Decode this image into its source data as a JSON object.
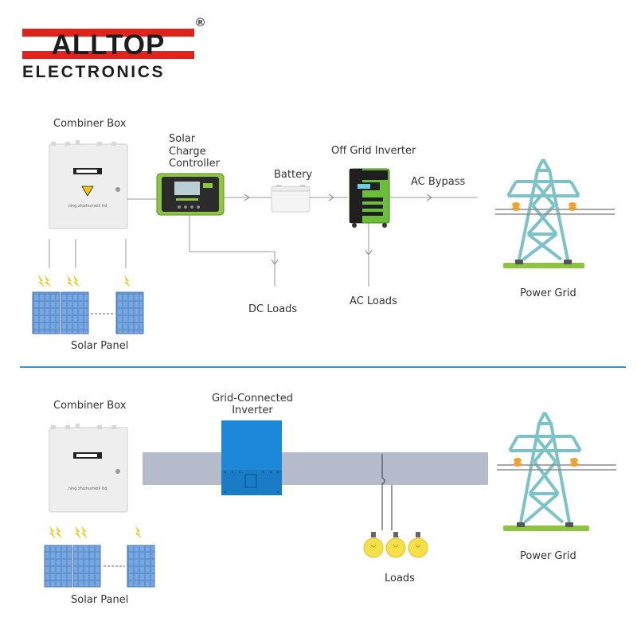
{
  "brand": {
    "logo_text": "ALLTOP",
    "sub_text": "ELECTRONICS",
    "registered_mark": "®",
    "colors": {
      "red": "#e0241b",
      "black": "#1d1d1d"
    }
  },
  "off_grid_diagram": {
    "combiner_box_label": "Combiner Box",
    "combiner_box_plate": "ning zhizhumeili ltd",
    "solar_panel_label": "Solar Panel",
    "charge_controller_label": [
      "Solar",
      "Charge",
      "Controller"
    ],
    "battery_label": "Battery",
    "inverter_label": "Off Grid Inverter",
    "ac_bypass_label": "AC Bypass",
    "dc_loads_label": "DC Loads",
    "ac_loads_label": "AC Loads",
    "power_grid_label": "Power Grid"
  },
  "grid_tie_diagram": {
    "combiner_box_label": "Combiner Box",
    "combiner_box_plate": "ning zhizhumeili ltd",
    "solar_panel_label": "Solar Panel",
    "inverter_label": [
      "Grid-Connected",
      "Inverter"
    ],
    "loads_label": "Loads",
    "power_grid_label": "Power Grid"
  },
  "colors": {
    "divider": "#3d8fd6",
    "tower": "#7cc3c9",
    "grid_base": "#8ec540",
    "insulator": "#f0a22d",
    "controller": "#8dc63f",
    "inverter_green": "#6abf3a",
    "grid_inverter": "#1e88d8",
    "bus_bar": "#b4bccb",
    "panel_blue": "#5b8fd0",
    "bolt": "#f2c40f",
    "bulb": "#f6e04a"
  }
}
